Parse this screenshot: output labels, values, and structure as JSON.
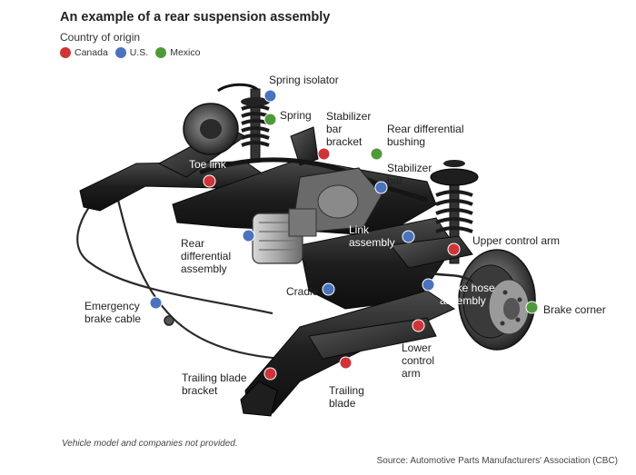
{
  "title": "An example of a rear suspension assembly",
  "legend": {
    "title": "Country of origin",
    "items": [
      {
        "label": "Canada",
        "color": "#d0343a"
      },
      {
        "label": "U.S.",
        "color": "#4a72bd"
      },
      {
        "label": "Mexico",
        "color": "#4e9a3a"
      }
    ]
  },
  "colors": {
    "canada": "#d0343a",
    "us": "#4a72bd",
    "mexico": "#4e9a3a",
    "metal_dark": "#1b1b1b",
    "metal_mid": "#3c3c3c",
    "metal_light": "#8a8a8a"
  },
  "parts": [
    {
      "id": "spring-isolator",
      "label": "Spring isolator",
      "origin": "U.S."
    },
    {
      "id": "spring",
      "label": "Spring",
      "origin": "Mexico"
    },
    {
      "id": "stabilizer-bar-bracket",
      "label": "Stabilizer\nbar\nbracket",
      "origin": "Canada"
    },
    {
      "id": "rear-differential-bushing",
      "label": "Rear differential\nbushing",
      "origin": "Mexico"
    },
    {
      "id": "toe-link",
      "label": "Toe link",
      "origin": "Canada"
    },
    {
      "id": "stabilizer-bar",
      "label": "Stabilizer\nbar",
      "origin": "U.S."
    },
    {
      "id": "rear-differential-assembly",
      "label": "Rear\ndifferential\nassembly",
      "origin": "U.S."
    },
    {
      "id": "link-assembly",
      "label": "Link\nassembly",
      "origin": "U.S."
    },
    {
      "id": "upper-control-arm",
      "label": "Upper control arm",
      "origin": "Canada"
    },
    {
      "id": "cradle",
      "label": "Cradle",
      "origin": "U.S."
    },
    {
      "id": "brake-hose-assembly",
      "label": "Brake hose\nassembly",
      "origin": "U.S."
    },
    {
      "id": "emergency-brake-cable",
      "label": "Emergency\nbrake cable",
      "origin": "U.S."
    },
    {
      "id": "brake-corner",
      "label": "Brake corner",
      "origin": "Mexico"
    },
    {
      "id": "lower-control-arm",
      "label": "Lower\ncontrol\narm",
      "origin": "Canada"
    },
    {
      "id": "trailing-blade-bracket",
      "label": "Trailing blade\nbracket",
      "origin": "Canada"
    },
    {
      "id": "trailing-blade",
      "label": "Trailing\nblade",
      "origin": "Canada"
    }
  ],
  "footnote": "Vehicle model and companies not provided.",
  "source": "Source: Automotive Parts Manufacturers' Association (CBC)"
}
